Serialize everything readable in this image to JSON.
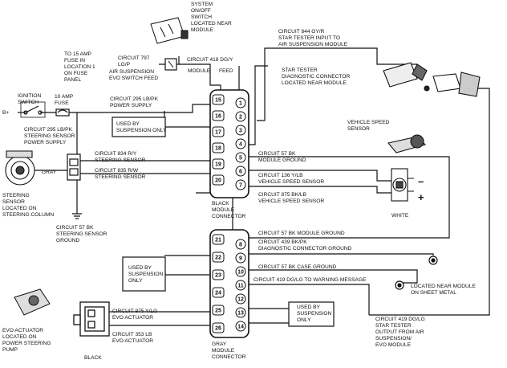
{
  "top": {
    "switch_note": [
      "SYSTEM",
      "ON/OFF",
      "SWITCH",
      "LOCATED NEAR",
      "MODULE"
    ],
    "fuse15_note": [
      "TO 15 AMP",
      "FUSE IN",
      "LOCATION 1",
      "ON FUSE",
      "PANEL"
    ],
    "c797": [
      "CIRCUIT 797",
      "LG/P"
    ],
    "evo_switch_feed": [
      "AIR SUSPENSION",
      "EVO SWITCH FEED"
    ],
    "c418": "CIRCUIT 418 DG/Y",
    "module_lbl": "MODULE",
    "feed_lbl": "FEED",
    "c844": [
      "CIRCUIT 844 GY/R",
      "STAR TESTER INPUT TO",
      "AIR SUSPENSION MODULE"
    ],
    "star_diag": [
      "STAR TESTER",
      "DIAGNOSTIC CONNECTOR",
      "LOCATED NEAR MODULE"
    ]
  },
  "left": {
    "ignition": [
      "IGNITION",
      "SWITCH"
    ],
    "bplus": "B+",
    "fuse10": [
      "10 AMP",
      "FUSE"
    ],
    "c295_main": [
      "CIRCUIT 295 LB/PK",
      "POWER SUPPLY"
    ],
    "c295_steer": [
      "CIRCUIT 295 LB/PK",
      "STEERING SENSOR",
      "POWER SUPPLY"
    ],
    "gray": "GRAY",
    "steer_sensor": [
      "STEERING",
      "SENSOR",
      "LOCATED ON",
      "STEERING COLUMN"
    ],
    "c57_steer": [
      "CIRCUIT 57 BK",
      "STEERING SENSOR",
      "GROUND"
    ],
    "c834": [
      "CIRCUIT 834 R/Y",
      "STEERING SENSOR"
    ],
    "c835": [
      "CIRCUIT 835 R/W",
      "STEERING SENSOR"
    ],
    "used_susp_1": [
      "USED BY",
      "SUSPENSION ONLY"
    ],
    "black_module": [
      "BLACK",
      "MODULE",
      "CONNECTOR"
    ]
  },
  "right": {
    "c57_mod": [
      "CIRCUIT 57 BK",
      "MODULE GROUND"
    ],
    "vss": [
      "VEHICLE SPEED",
      "SENSOR"
    ],
    "c136": [
      "CIRCUIT 136 Y/LB",
      "VEHICLE SPEED SENSOR"
    ],
    "c875": [
      "CIRCUIT 875 BK/LB",
      "VEHICLE SPEED SENSOR"
    ],
    "minus": "–",
    "plus": "+",
    "white": "WHITE"
  },
  "lower": {
    "c57_mod2": "CIRCUIT 57 BK MODULE GROUND",
    "c439": [
      "CIRCUIT 439 BK/PK",
      "DIAGNOSTIC CONNECTOR GROUND"
    ],
    "c57_case": "CIRCUIT 57 BK CASE GROUND",
    "c419_warn": "CIRCUIT 419 DG/LG TO WARNING MESSAGE",
    "located_sheet": [
      "LOCATED NEAR MODULE",
      "ON SHEET METAL"
    ],
    "used_susp_2": [
      "USED BY",
      "SUSPENSION",
      "ONLY"
    ],
    "used_susp_3": [
      "USED BY",
      "SUSPENSION",
      "ONLY"
    ],
    "c975": [
      "CIRCUIT 975 Y/LG",
      "EVO ACTUATOR"
    ],
    "c353": [
      "CIRCUIT 353 LB",
      "EVO ACTUATOR"
    ],
    "black": "BLACK",
    "gray_module": [
      "GRAY",
      "MODULE",
      "CONNECTOR"
    ],
    "c419_star": [
      "CIRCUIT 419 DG/LG",
      "STAR TESTER",
      "OUTPUT FROM AIR",
      "SUSPENSION/",
      "EVO MODULE"
    ],
    "evo_actuator": [
      "EVO ACTUATOR",
      "LOCATED ON",
      "POWER STEERING",
      "PUMP"
    ]
  },
  "pins": {
    "black_left": [
      "15",
      "16",
      "17",
      "18",
      "19",
      "20"
    ],
    "black_right": [
      "1",
      "2",
      "3",
      "4",
      "5",
      "6",
      "7"
    ],
    "gray_left": [
      "21",
      "22",
      "23",
      "24",
      "25",
      "26"
    ],
    "gray_right": [
      "8",
      "9",
      "10",
      "11",
      "12",
      "13",
      "14"
    ]
  }
}
